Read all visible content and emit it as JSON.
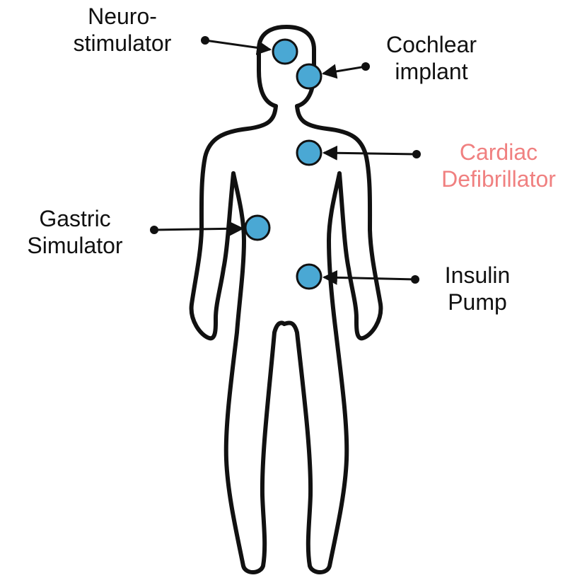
{
  "colors": {
    "marker_fill": "#4aa8d4",
    "outline": "#111111",
    "text": "#111111",
    "highlight_text": "#f08080"
  },
  "labels": {
    "neurostimulator": {
      "line1": "Neuro-",
      "line2": "stimulator",
      "icon": "circle-marker"
    },
    "cochlear_implant": {
      "line1": "Cochlear",
      "line2": "implant",
      "icon": "circle-marker"
    },
    "cardiac_defibrillator": {
      "line1": "Cardiac",
      "line2": "Defibrillator",
      "highlighted": true,
      "icon": "circle-marker"
    },
    "gastric_simulator": {
      "line1": "Gastric",
      "line2": "Simulator",
      "icon": "circle-marker"
    },
    "insulin_pump": {
      "line1": "Insulin",
      "line2": "Pump",
      "icon": "circle-marker"
    }
  }
}
